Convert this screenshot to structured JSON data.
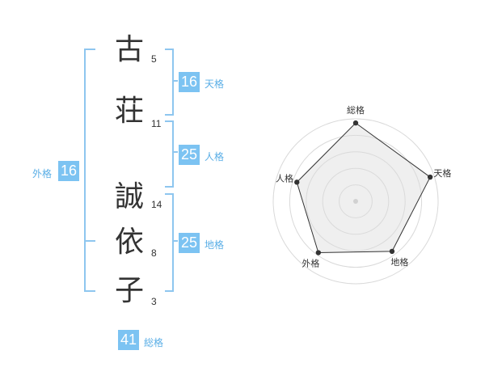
{
  "name": {
    "chars": [
      {
        "char": "古",
        "strokes": "5"
      },
      {
        "char": "荘",
        "strokes": "11"
      },
      {
        "char": "誠",
        "strokes": "14"
      },
      {
        "char": "依",
        "strokes": "8"
      },
      {
        "char": "子",
        "strokes": "3"
      }
    ]
  },
  "fortune": {
    "tenkaku": {
      "value": "16",
      "label": "天格"
    },
    "jinkaku": {
      "value": "25",
      "label": "人格"
    },
    "chikaku": {
      "value": "25",
      "label": "地格"
    },
    "gaikaku": {
      "value": "16",
      "label": "外格"
    },
    "soukaku": {
      "value": "41",
      "label": "総格"
    }
  },
  "colors": {
    "accent": "#7cc3f2",
    "bracket": "#8ec6ef",
    "text": "#333333"
  },
  "chart_data": {
    "type": "radar",
    "axes": [
      "総格",
      "天格",
      "地格",
      "外格",
      "人格"
    ],
    "values": [
      0.95,
      0.95,
      0.75,
      0.77,
      0.75
    ],
    "rings": 5,
    "range": [
      0,
      1
    ]
  }
}
